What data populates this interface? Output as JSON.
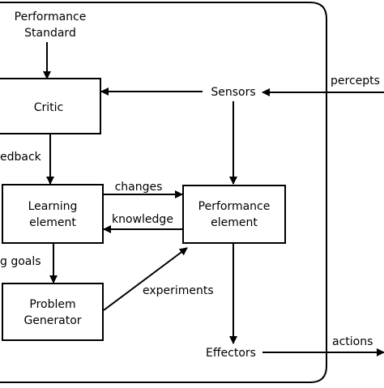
{
  "diagram": {
    "performance_standard": [
      "Performance",
      "Standard"
    ],
    "critic": "Critic",
    "sensors": "Sensors",
    "percepts": "percepts",
    "feedback": "edback",
    "learning_element": [
      "Learning",
      "element"
    ],
    "performance_element": [
      "Performance",
      "element"
    ],
    "changes": "changes",
    "knowledge": "knowledge",
    "learning_goals": "g goals",
    "problem_generator": [
      "Problem",
      "Generator"
    ],
    "experiments": "experiments",
    "effectors": "Effectors",
    "actions": "actions"
  },
  "colors": {
    "stroke": "#000000",
    "background": "#ffffff"
  }
}
